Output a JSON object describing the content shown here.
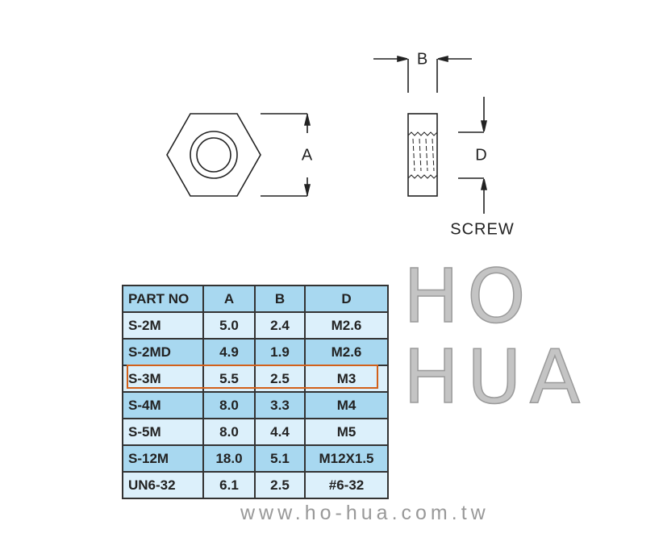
{
  "drawing": {
    "label_a": "A",
    "label_b": "B",
    "label_d": "D",
    "label_screw": "SCREW"
  },
  "table": {
    "headers": [
      "PART NO",
      "A",
      "B",
      "D"
    ],
    "rows": [
      [
        "S-2M",
        "5.0",
        "2.4",
        "M2.6"
      ],
      [
        "S-2MD",
        "4.9",
        "1.9",
        "M2.6"
      ],
      [
        "S-3M",
        "5.5",
        "2.5",
        "M3"
      ],
      [
        "S-4M",
        "8.0",
        "3.3",
        "M4"
      ],
      [
        "S-5M",
        "8.0",
        "4.4",
        "M5"
      ],
      [
        "S-12M",
        "18.0",
        "5.1",
        "M12X1.5"
      ],
      [
        "UN6-32",
        "6.1",
        "2.5",
        "#6-32"
      ]
    ],
    "highlighted_row": "S-3M",
    "highlight_color": "#d2601a"
  },
  "watermark": {
    "brand": "HO HUA",
    "url": "www.ho-hua.com.tw"
  }
}
